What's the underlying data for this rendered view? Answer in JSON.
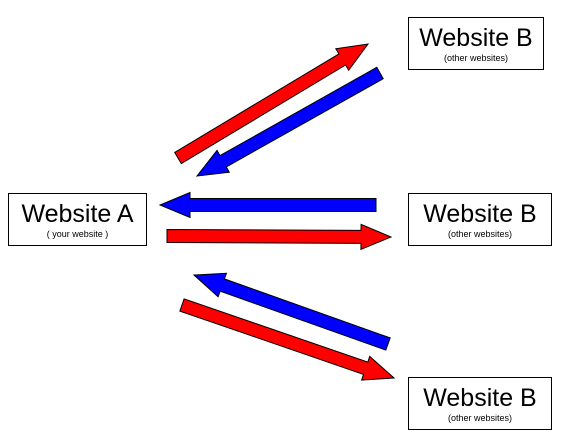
{
  "colors": {
    "outgoing_link": "#ff0000",
    "incoming_link": "#0000ff",
    "arrow_outline": "#000000",
    "box_border": "#000000"
  },
  "nodes": {
    "a": {
      "title": "Website A",
      "subtitle": "( your website )"
    },
    "b1": {
      "title": "Website B",
      "subtitle": "(other websites)"
    },
    "b2": {
      "title": "Website B",
      "subtitle": "(other websites)"
    },
    "b3": {
      "title": "Website B",
      "subtitle": "(other websites)"
    }
  },
  "arrows": [
    {
      "name": "arrow-a-to-b-top",
      "direction": "outgoing",
      "from": "a",
      "to": "b1"
    },
    {
      "name": "arrow-b-top-to-a",
      "direction": "incoming",
      "from": "b1",
      "to": "a"
    },
    {
      "name": "arrow-b-middle-to-a",
      "direction": "incoming",
      "from": "b2",
      "to": "a"
    },
    {
      "name": "arrow-a-to-b-middle",
      "direction": "outgoing",
      "from": "a",
      "to": "b2"
    },
    {
      "name": "arrow-b-bottom-to-a",
      "direction": "incoming",
      "from": "b3",
      "to": "a"
    },
    {
      "name": "arrow-a-to-b-bottom",
      "direction": "outgoing",
      "from": "a",
      "to": "b3"
    }
  ]
}
